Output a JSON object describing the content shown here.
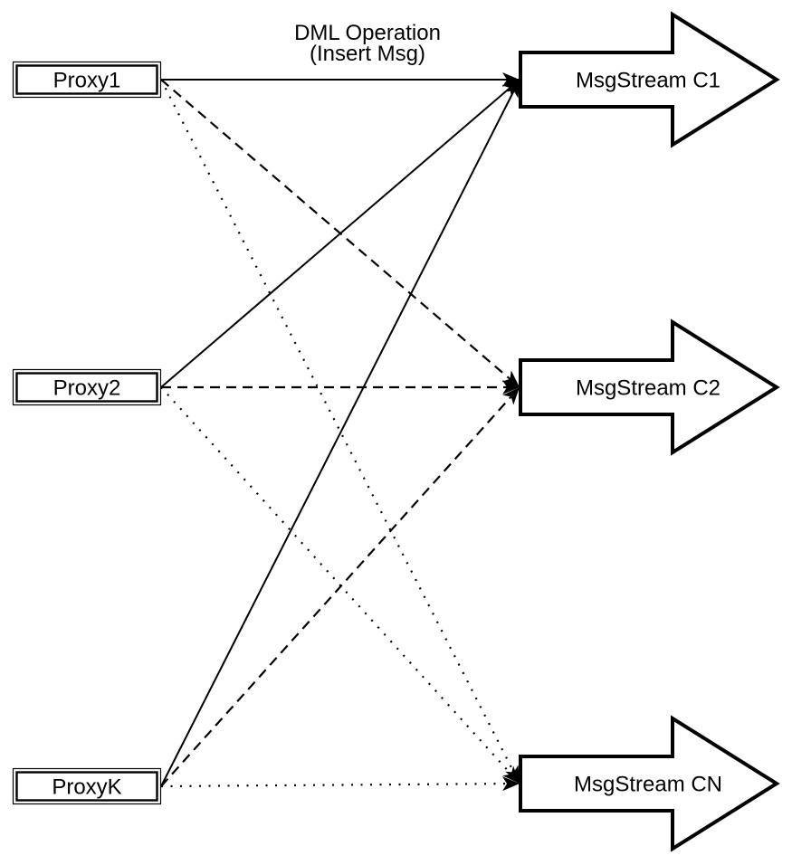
{
  "title": {
    "line1": "DML Operation",
    "line2": "(Insert Msg)"
  },
  "proxies": [
    {
      "id": "proxy1",
      "label": "Proxy1"
    },
    {
      "id": "proxy2",
      "label": "Proxy2"
    },
    {
      "id": "proxyk",
      "label": "ProxyK"
    }
  ],
  "streams": [
    {
      "id": "c1",
      "label": "MsgStream C1"
    },
    {
      "id": "c2",
      "label": "MsgStream C2"
    },
    {
      "id": "cn",
      "label": "MsgStream CN"
    }
  ],
  "connections": [
    {
      "from": "Proxy1",
      "to": "MsgStream C1",
      "line_style": "solid"
    },
    {
      "from": "Proxy2",
      "to": "MsgStream C1",
      "line_style": "solid"
    },
    {
      "from": "ProxyK",
      "to": "MsgStream C1",
      "line_style": "solid"
    },
    {
      "from": "Proxy1",
      "to": "MsgStream C2",
      "line_style": "dashed"
    },
    {
      "from": "Proxy2",
      "to": "MsgStream C2",
      "line_style": "dashed"
    },
    {
      "from": "ProxyK",
      "to": "MsgStream C2",
      "line_style": "dashed"
    },
    {
      "from": "Proxy1",
      "to": "MsgStream CN",
      "line_style": "dotted"
    },
    {
      "from": "Proxy2",
      "to": "MsgStream CN",
      "line_style": "dotted"
    },
    {
      "from": "ProxyK",
      "to": "MsgStream CN",
      "line_style": "dotted"
    }
  ],
  "colors": {
    "stroke": "#000000",
    "shape_fill": "#ffffff",
    "background": "#ffffff"
  }
}
